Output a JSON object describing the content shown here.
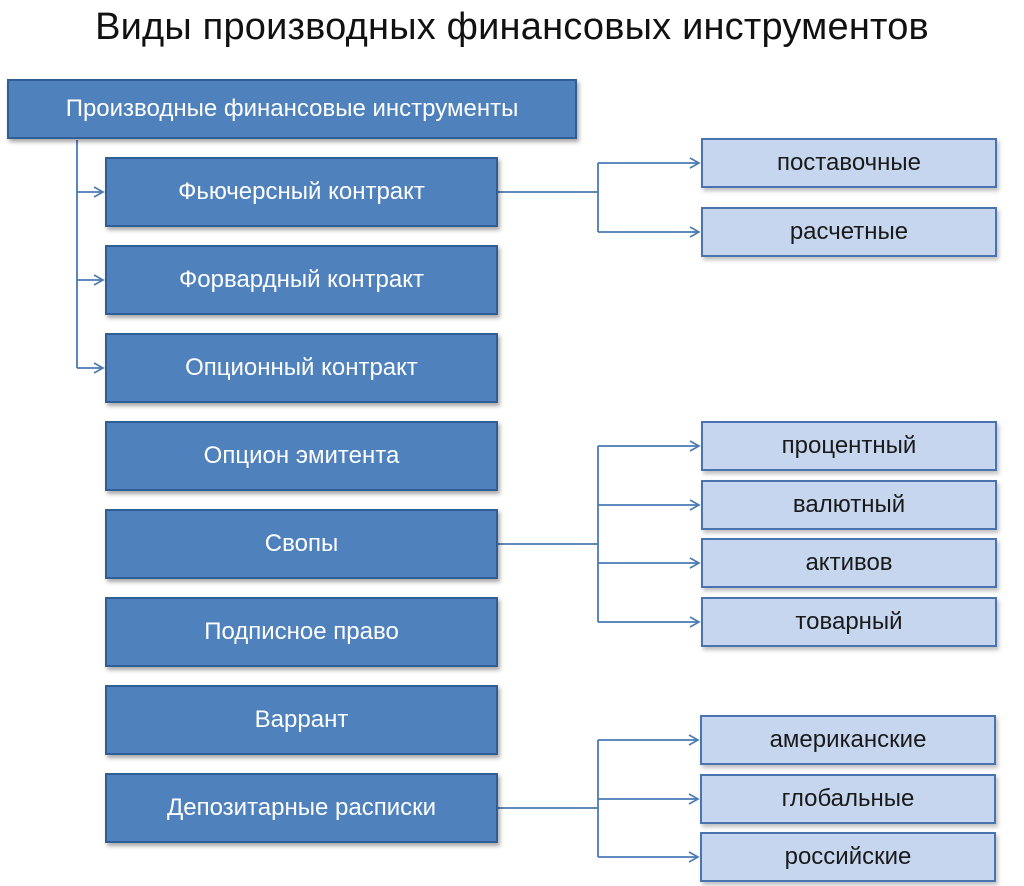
{
  "title": "Виды производных финансовых инструментов",
  "root": "Производные финансовые инструменты",
  "main_items": [
    "Фьючерсный контракт",
    "Форвардный контракт",
    "Опционный контракт",
    "Опцион эмитента",
    "Свопы",
    "Подписное право",
    "Варрант",
    "Депозитарные расписки"
  ],
  "futures_types": [
    "поставочные",
    "расчетные"
  ],
  "swap_types": [
    "процентный",
    "валютный",
    "активов",
    "товарный"
  ],
  "receipt_types": [
    "американские",
    "глобальные",
    "российские"
  ],
  "colors": {
    "box_fill": "#4f81bd",
    "box_border": "#2f5d95",
    "sub_fill": "#c5d6ee",
    "sub_border": "#4a74b0",
    "connector": "#4a7ab5"
  }
}
